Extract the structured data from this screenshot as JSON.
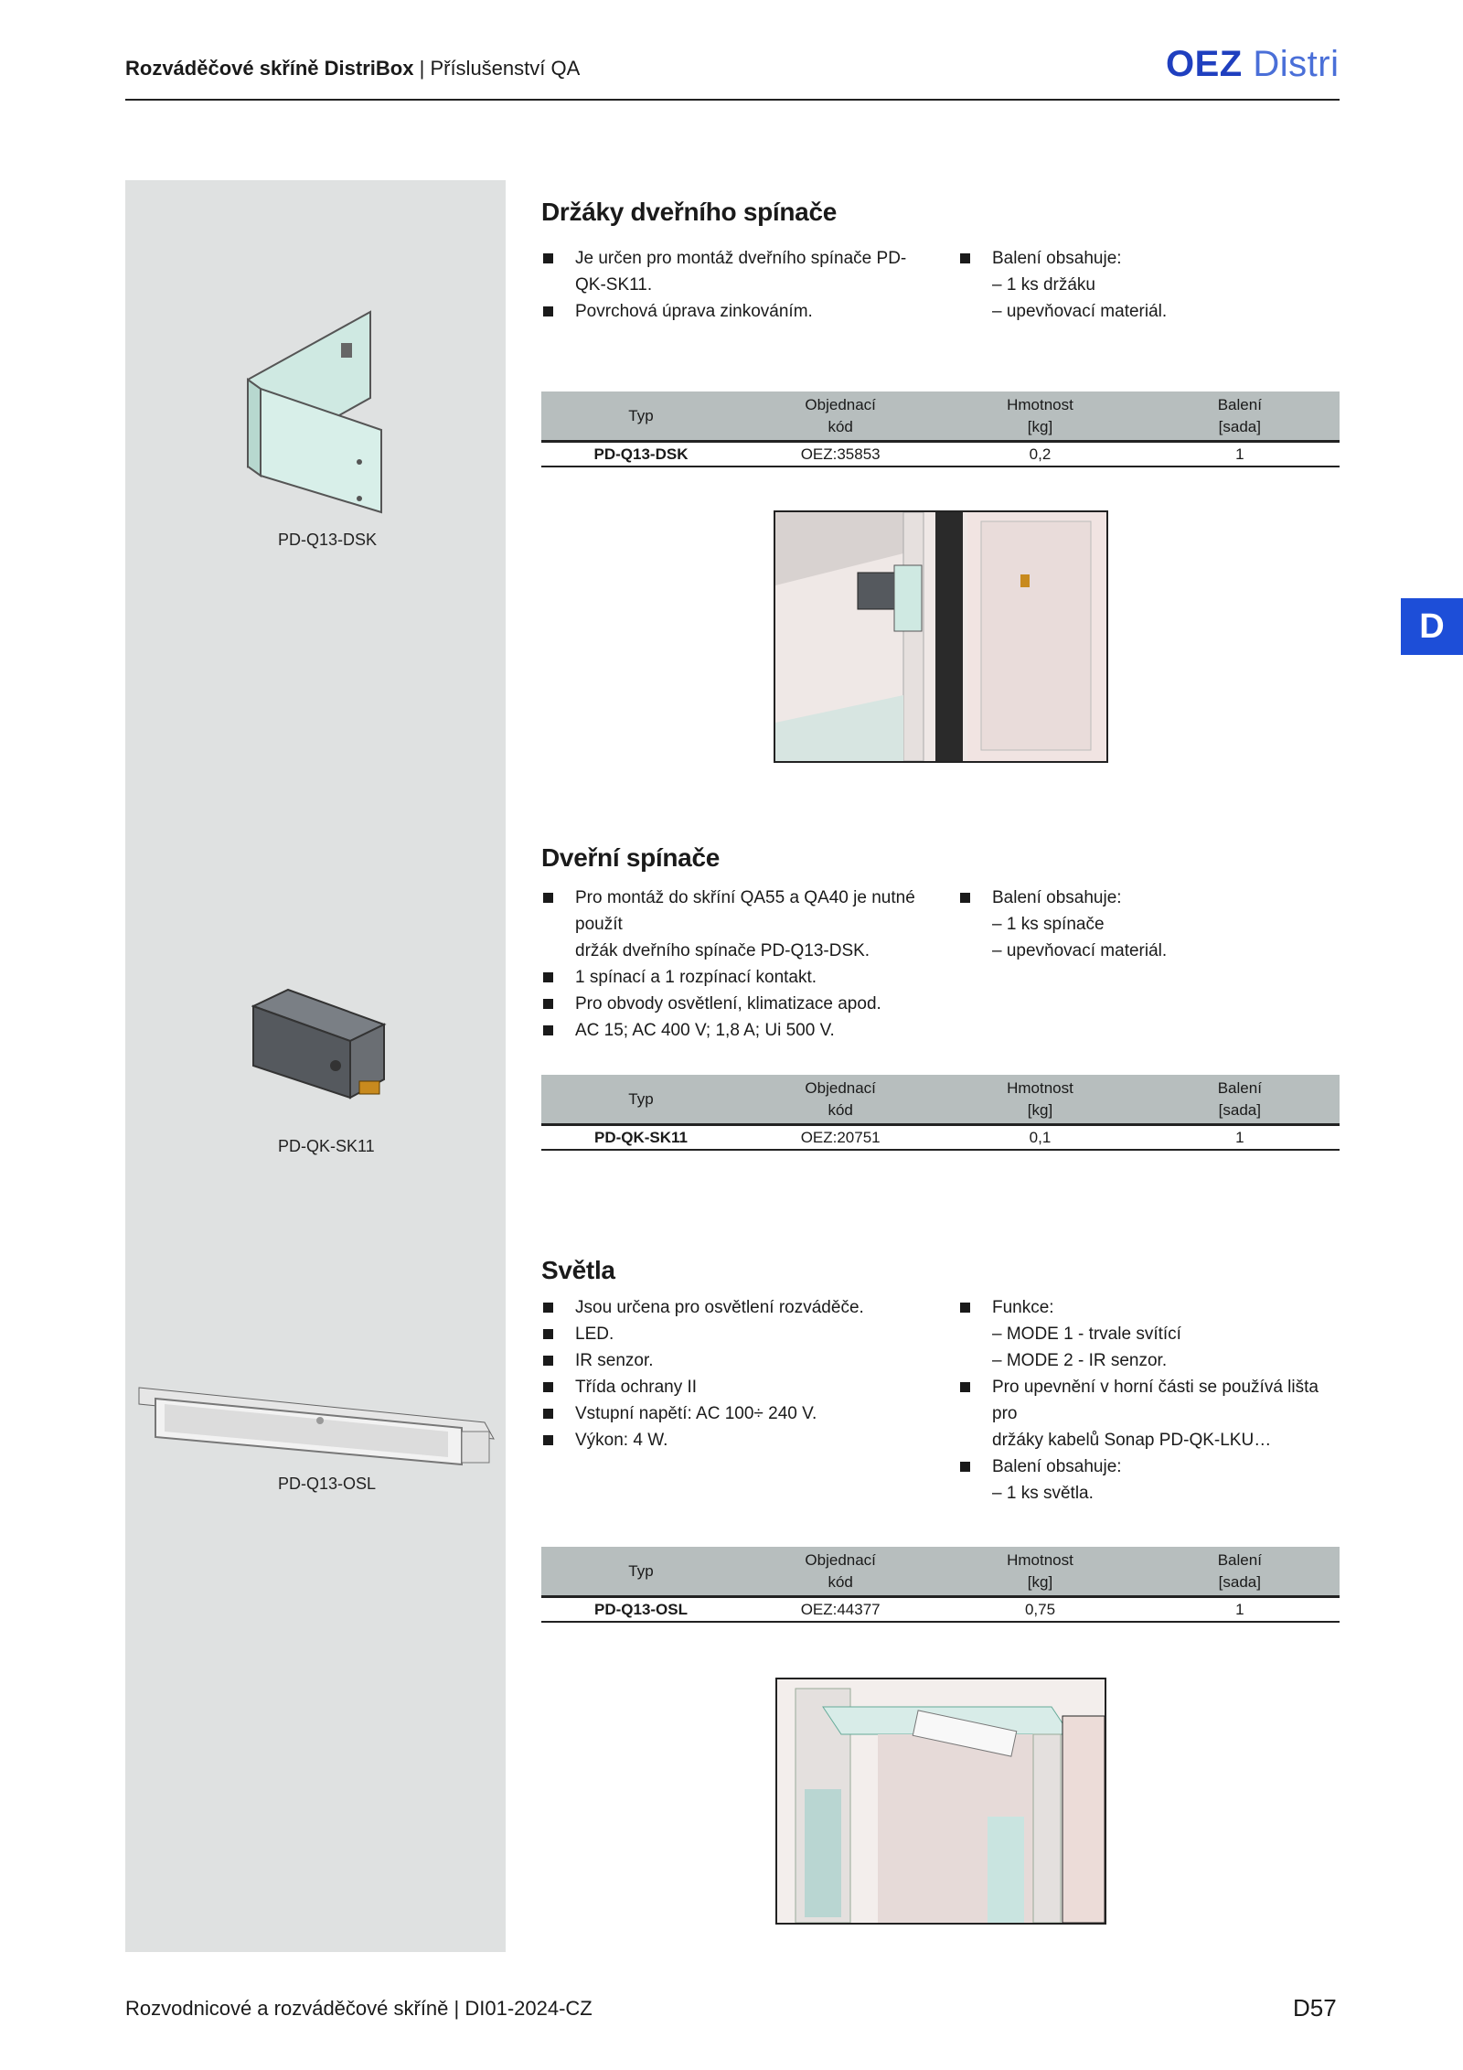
{
  "header": {
    "breadcrumb_bold": "Rozváděčové skříně DistriBox",
    "breadcrumb_sep": "|",
    "breadcrumb_rest": "Příslušenství QA",
    "logo_main": "OEZ",
    "logo_sub": "Distri"
  },
  "side_tab": "D",
  "colors": {
    "accent": "#1d4ed8",
    "panel": "#dfe1e1",
    "table_header": "#b7bebe"
  },
  "table_headers": {
    "typ": "Typ",
    "code_1": "Objednací",
    "code_2": "kód",
    "weight_1": "Hmotnost",
    "weight_2": "[kg]",
    "pack_1": "Balení",
    "pack_2": "[sada]"
  },
  "sections": [
    {
      "title": "Držáky dveřního spínače",
      "label": "PD-Q13-DSK",
      "bullets_left": [
        "Je určen pro montáž dveřního spínače PD-QK-SK11.",
        "Povrchová úprava zinkováním."
      ],
      "bullets_right": [
        {
          "t": "Balení obsahuje:",
          "b": true
        },
        {
          "t": "– 1 ks držáku",
          "b": false
        },
        {
          "t": "– upevňovací materiál.",
          "b": false
        }
      ],
      "row": {
        "typ": "PD-Q13-DSK",
        "code": "OEZ:35853",
        "weight": "0,2",
        "pack": "1"
      }
    },
    {
      "title": "Dveřní spínače",
      "label": "PD-QK-SK11",
      "bullets_left": [
        {
          "t": "Pro montáž do skříní QA55 a QA40 je nutné použít",
          "b": true
        },
        {
          "t": "držák dveřního spínače PD-Q13-DSK.",
          "b": false
        },
        {
          "t": "1 spínací a 1 rozpínací kontakt.",
          "b": true
        },
        {
          "t": "Pro obvody osvětlení, klimatizace apod.",
          "b": true
        },
        {
          "t": "AC 15; AC 400 V; 1,8 A; Ui 500 V.",
          "b": true
        }
      ],
      "bullets_right": [
        {
          "t": "Balení obsahuje:",
          "b": true
        },
        {
          "t": "– 1 ks spínače",
          "b": false
        },
        {
          "t": "– upevňovací materiál.",
          "b": false
        }
      ],
      "row": {
        "typ": "PD-QK-SK11",
        "code": "OEZ:20751",
        "weight": "0,1",
        "pack": "1"
      }
    },
    {
      "title": "Světla",
      "label": "PD-Q13-OSL",
      "bullets_left": [
        "Jsou určena pro osvětlení rozváděče.",
        "LED.",
        "IR senzor.",
        "Třída ochrany II",
        "Vstupní napětí: AC 100÷ 240 V.",
        "Výkon: 4 W."
      ],
      "bullets_right": [
        {
          "t": "Funkce:",
          "b": true
        },
        {
          "t": "– MODE 1 - trvale svítící",
          "b": false
        },
        {
          "t": "– MODE 2 - IR senzor.",
          "b": false
        },
        {
          "t": "Pro upevnění v horní části se používá lišta pro",
          "b": true
        },
        {
          "t": "držáky kabelů Sonap PD-QK-LKU…",
          "b": false
        },
        {
          "t": "Balení obsahuje:",
          "b": true
        },
        {
          "t": "– 1 ks světla.",
          "b": false
        }
      ],
      "row": {
        "typ": "PD-Q13-OSL",
        "code": "OEZ:44377",
        "weight": "0,75",
        "pack": "1"
      }
    }
  ],
  "footer": {
    "text": "Rozvodnicové a rozváděčové skříně | DI01-2024-CZ",
    "page": "D57"
  }
}
